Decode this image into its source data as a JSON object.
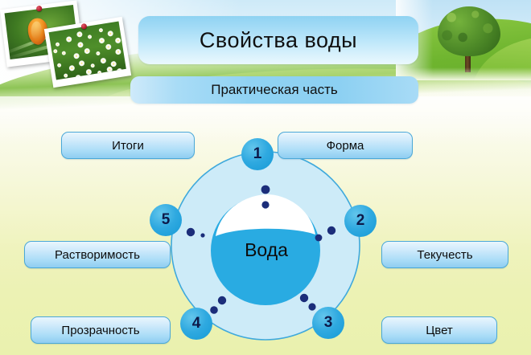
{
  "slide": {
    "title": "Свойства воды",
    "subtitle": "Практическая часть"
  },
  "diagram": {
    "center_label": "Вода",
    "nodes": [
      {
        "number": "1",
        "label": "Форма"
      },
      {
        "number": "2",
        "label": "Текучесть"
      },
      {
        "number": "3",
        "label": "Цвет"
      },
      {
        "number": "4",
        "label": "Прозрачность"
      },
      {
        "number": "5",
        "label": "Растворимость"
      }
    ],
    "extra_button": "Итоги"
  },
  "labels": {
    "itogi": "Итоги",
    "forma": "Форма",
    "rastvorimost": "Растворимость",
    "tekuchest": "Текучесть",
    "prozrachnost": "Прозрачность",
    "cvet": "Цвет"
  },
  "numbers": {
    "n1": "1",
    "n2": "2",
    "n3": "3",
    "n4": "4",
    "n5": "5"
  },
  "colors": {
    "title_plate": "#9ed9f5",
    "badge_blue": "#2fa9e0",
    "drop_blue": "#29ABE2",
    "ring_fill": "#CDEBF8",
    "ring_stroke": "#3FA9DC",
    "dot_navy": "#1B2D7A",
    "label_border": "#4aa8d8",
    "background_bottom": "#eaf1ae",
    "grass_green": "#6fb52f"
  }
}
